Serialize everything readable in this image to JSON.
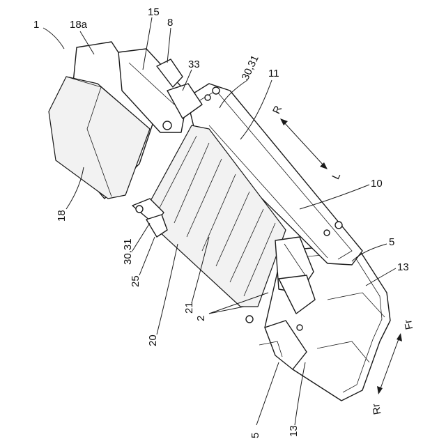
{
  "labels": {
    "l1": "1",
    "l18a": "18a",
    "l15": "15",
    "l8": "8",
    "l33": "33",
    "l3031_top": "30,31",
    "l11": "11",
    "l10": "10",
    "l5_right": "5",
    "l13_right": "13",
    "l18": "18",
    "l3031_left": "30,31",
    "l25": "25",
    "l20": "20",
    "l21": "21",
    "l2": "2",
    "l5_bottom": "5",
    "l13_bottom": "13"
  },
  "directions": {
    "R": "R",
    "L": "L",
    "Fr": "Fr",
    "Rr": "Rr"
  }
}
